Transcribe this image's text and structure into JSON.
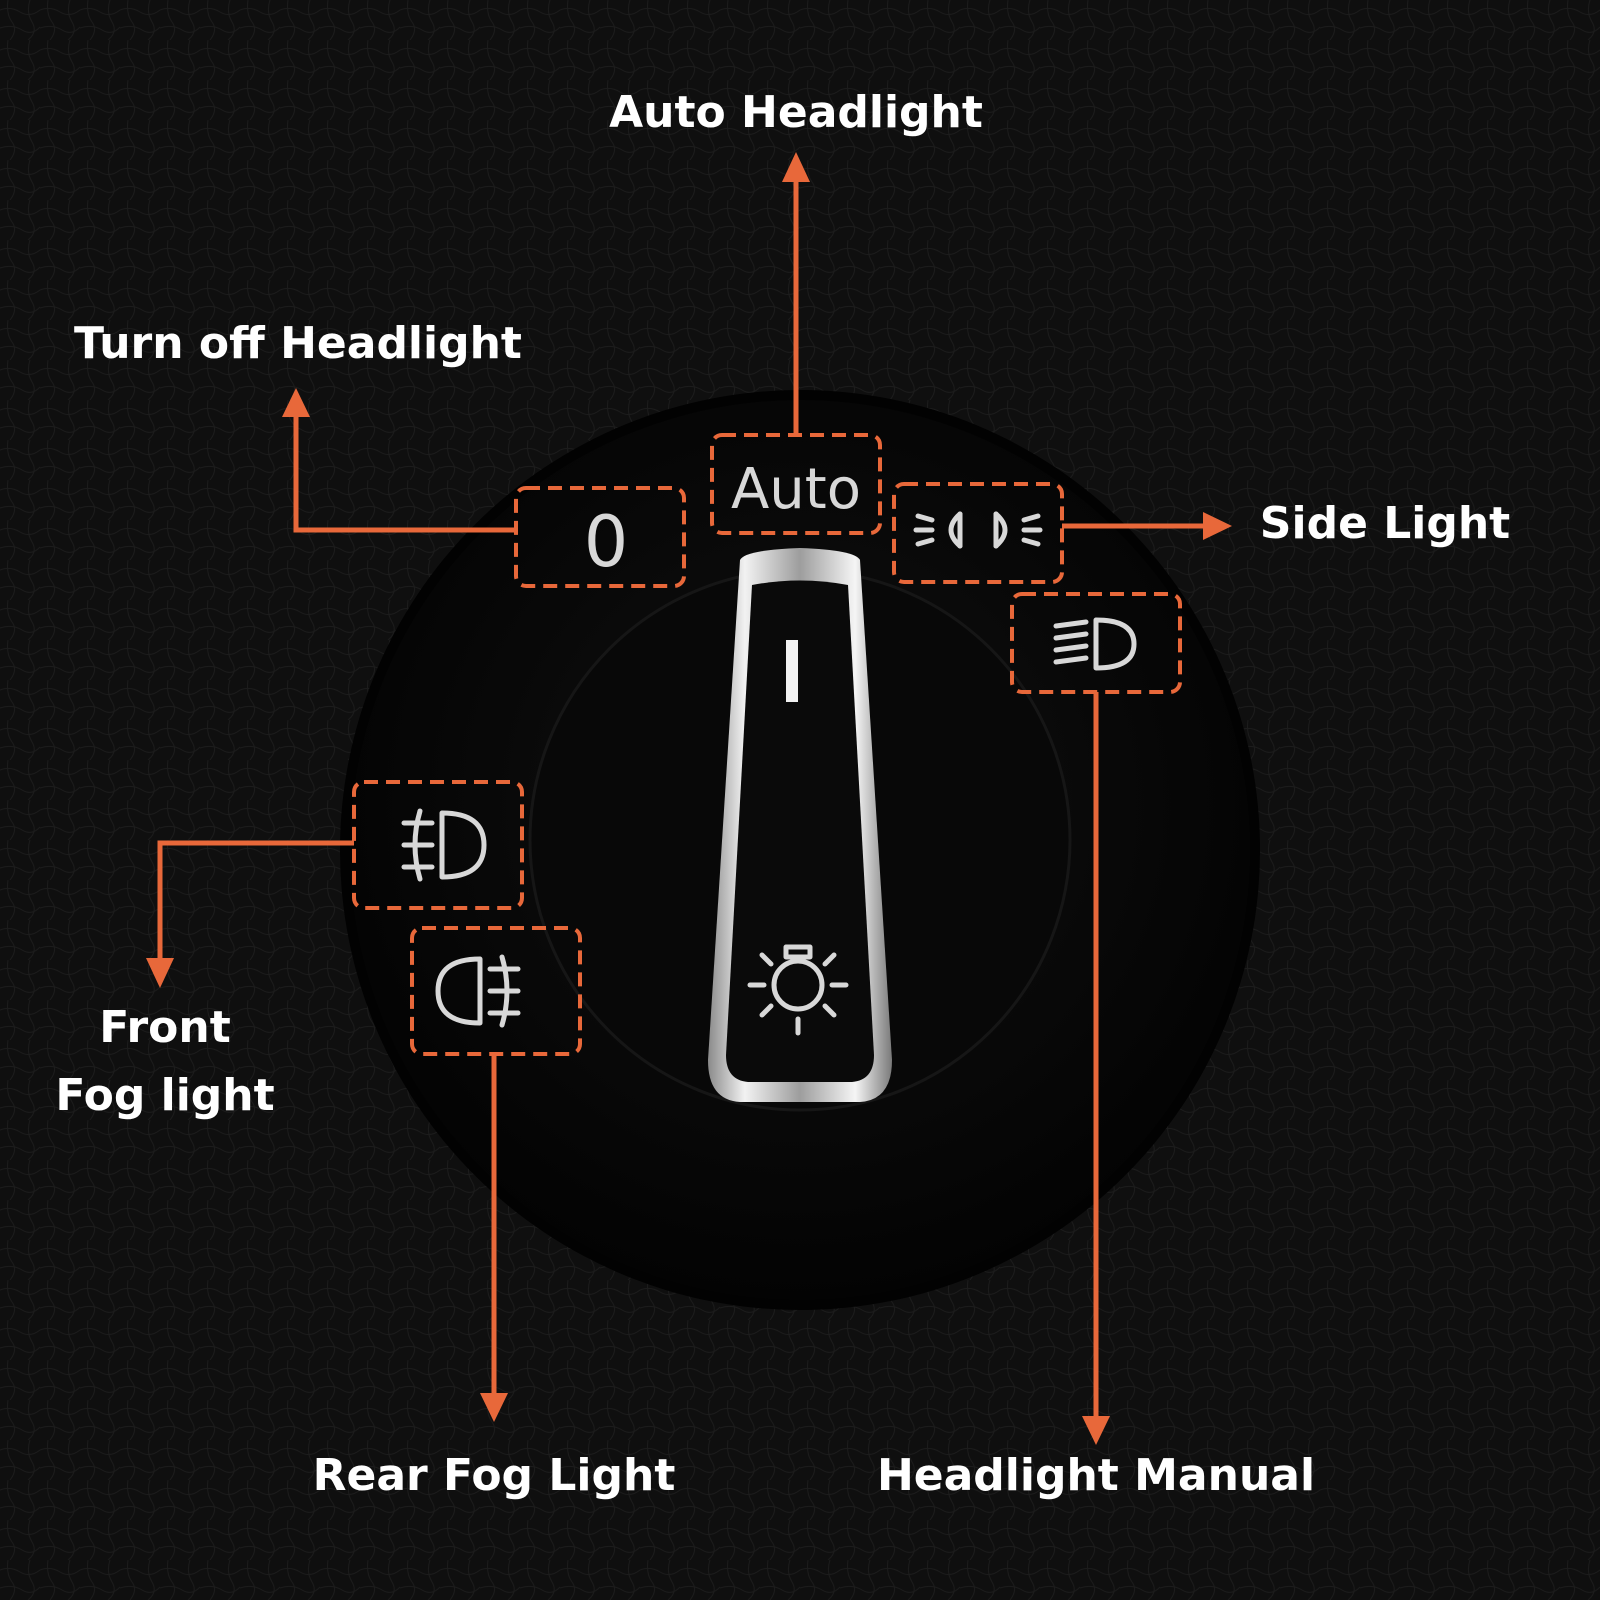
{
  "colors": {
    "background": "#0d0d0d",
    "dial": "#050505",
    "accent": "#e8683a",
    "label": "#ffffff",
    "icon": "#d8d8d8"
  },
  "dial": {
    "auto_text": "Auto",
    "off_text": "0"
  },
  "labels": {
    "auto_headlight": "Auto Headlight",
    "turn_off_headlight": "Turn off Headlight",
    "side_light": "Side Light",
    "front_fog_line1": "Front",
    "front_fog_line2": "Fog light",
    "rear_fog_light": "Rear Fog Light",
    "headlight_manual": "Headlight Manual"
  },
  "icons": {
    "off": "zero-symbol-icon",
    "auto": "auto-text-icon",
    "side_light": "side-light-icon",
    "headlight": "low-beam-headlight-icon",
    "front_fog": "front-fog-light-icon",
    "rear_fog": "rear-fog-light-icon",
    "knob": "sun-light-icon"
  }
}
